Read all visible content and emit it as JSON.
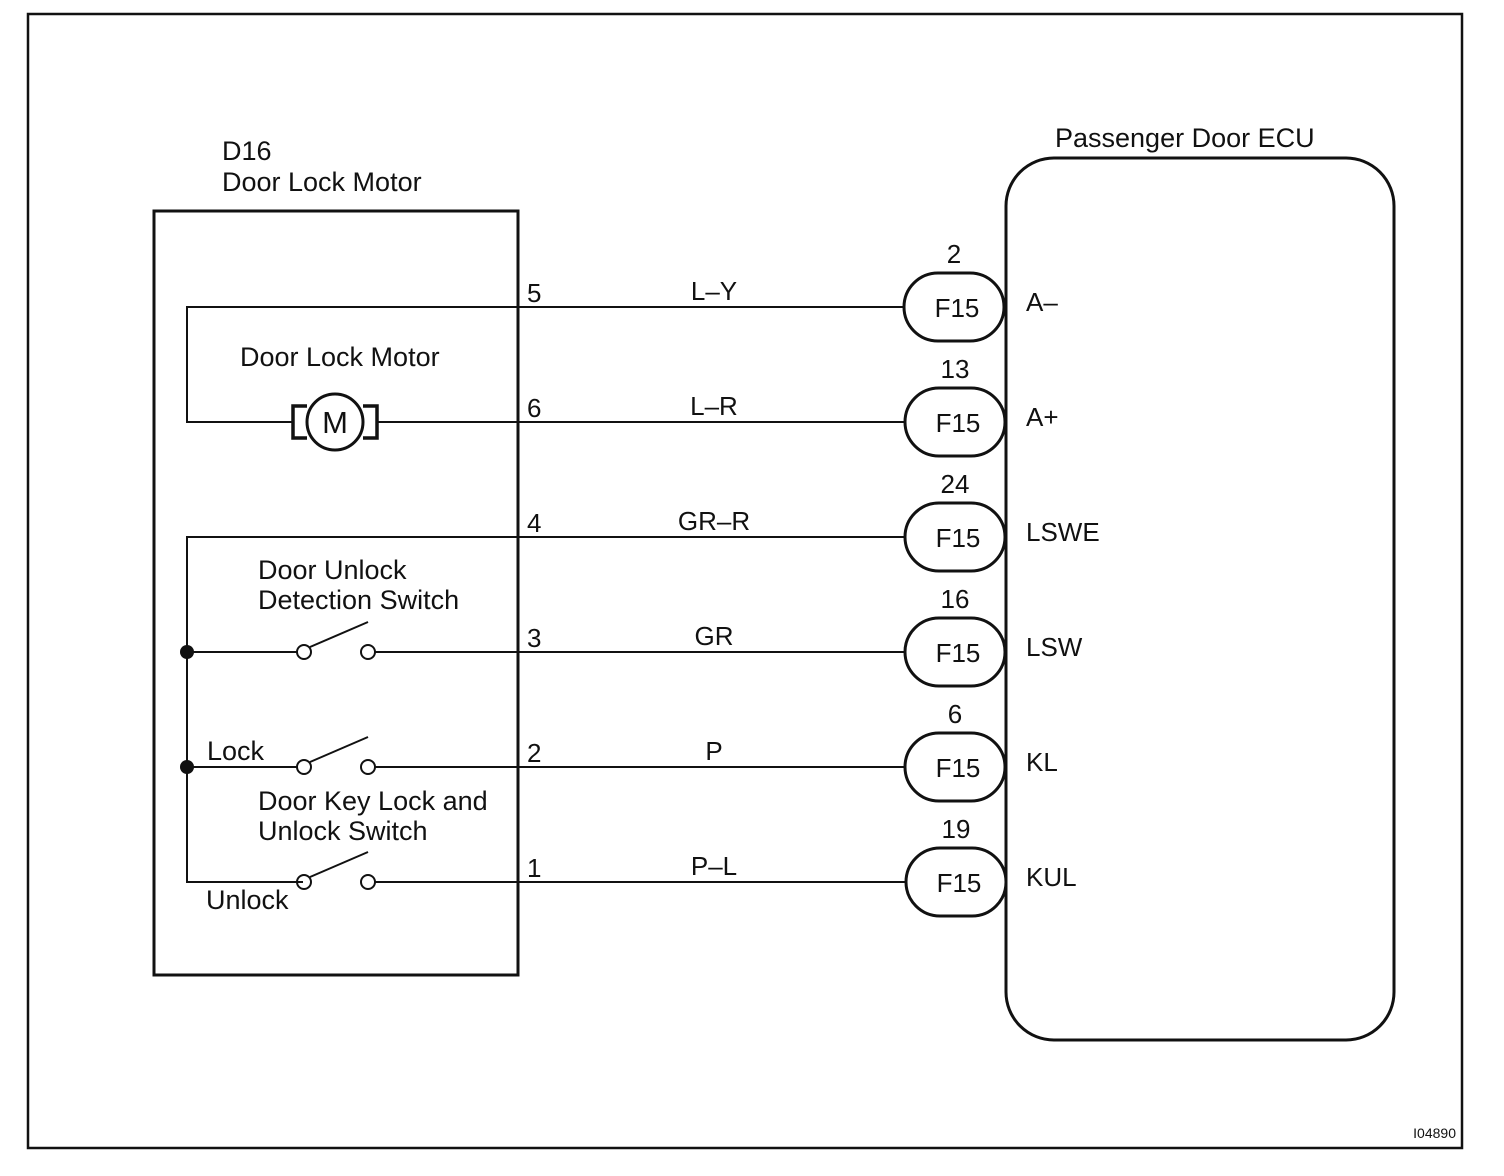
{
  "motor_assembly": {
    "code": "D16",
    "title": "Door Lock Motor",
    "motor_label": "Door Lock Motor",
    "motor_symbol": "M",
    "unlock_detection_switch": [
      "Door Unlock",
      "Detection Switch"
    ],
    "key_switch": [
      "Door Key Lock and",
      "Unlock Switch"
    ],
    "lock_label": "Lock",
    "unlock_label": "Unlock"
  },
  "ecu": {
    "title": "Passenger Door ECU"
  },
  "wires": [
    {
      "pin": "5",
      "color": "L–Y",
      "connector": "F15",
      "ecu_pin": "2",
      "terminal": "A–"
    },
    {
      "pin": "6",
      "color": "L–R",
      "connector": "F15",
      "ecu_pin": "13",
      "terminal": "A+"
    },
    {
      "pin": "4",
      "color": "GR–R",
      "connector": "F15",
      "ecu_pin": "24",
      "terminal": "LSWE"
    },
    {
      "pin": "3",
      "color": "GR",
      "connector": "F15",
      "ecu_pin": "16",
      "terminal": "LSW"
    },
    {
      "pin": "2",
      "color": "P",
      "connector": "F15",
      "ecu_pin": "6",
      "terminal": "KL"
    },
    {
      "pin": "1",
      "color": "P–L",
      "connector": "F15",
      "ecu_pin": "19",
      "terminal": "KUL"
    }
  ],
  "figure_id": "I04890"
}
